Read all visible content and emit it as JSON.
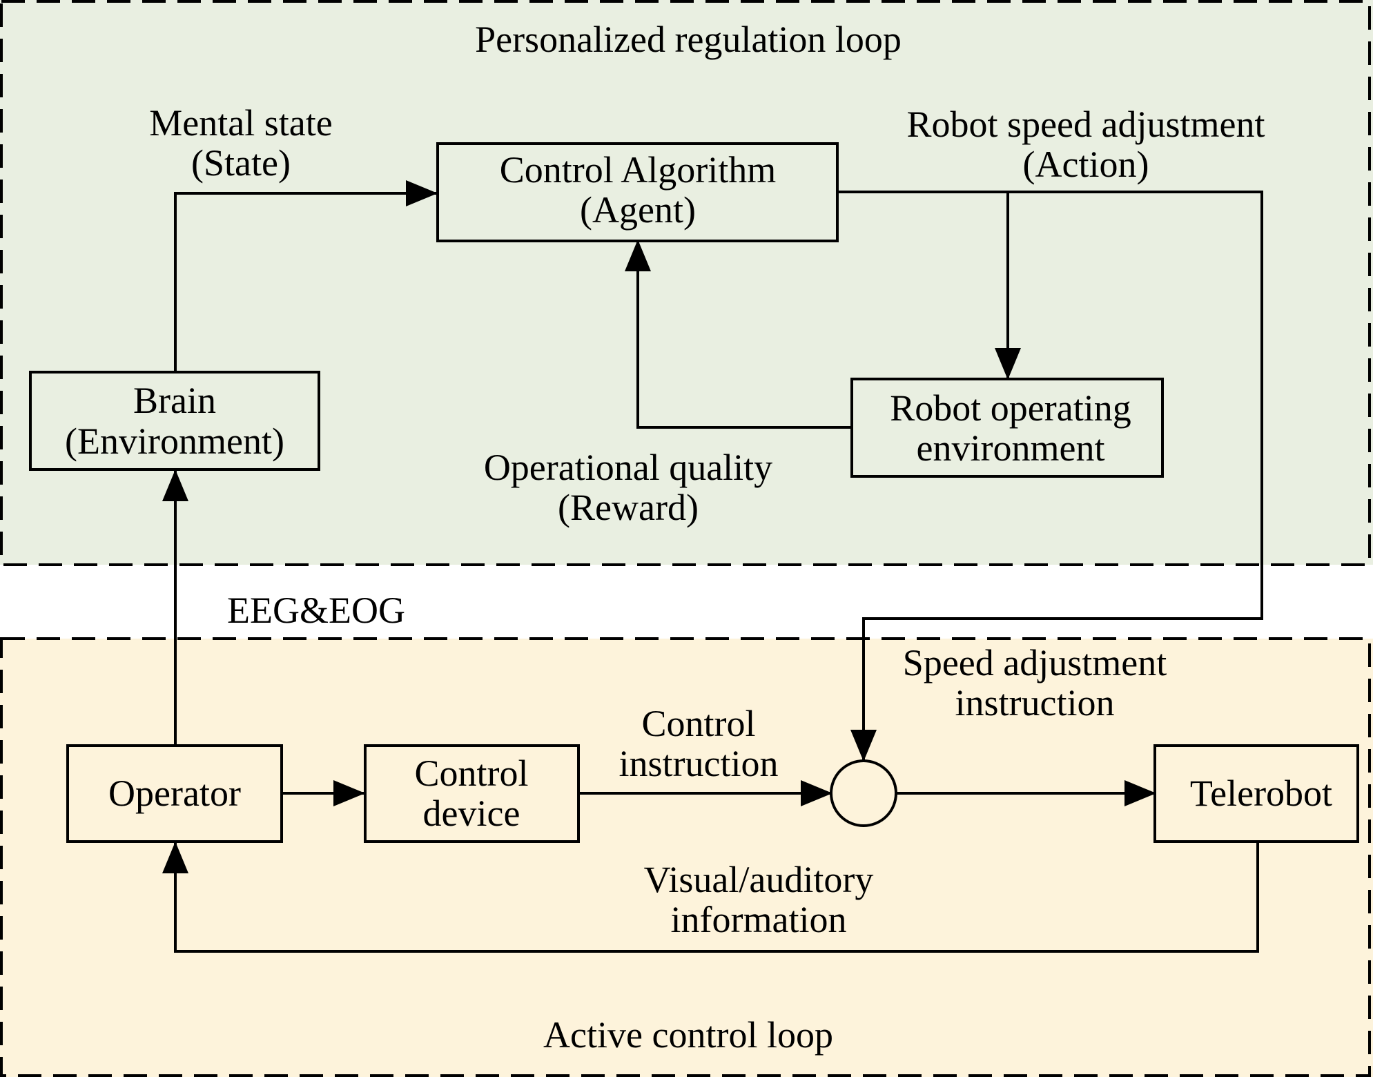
{
  "colors": {
    "top_region": "#e9efe1",
    "bottom_region": "#fdf3db",
    "line": "#000000"
  },
  "regions": {
    "top_title": "Personalized regulation loop",
    "bottom_title": "Active control loop"
  },
  "blocks": {
    "control_algorithm": [
      "Control Algorithm",
      "(Agent)"
    ],
    "brain": [
      "Brain",
      "(Environment)"
    ],
    "robot_env": [
      "Robot operating",
      "environment"
    ],
    "operator": [
      "Operator"
    ],
    "control_device": [
      "Control",
      "device"
    ],
    "telerobot": [
      "Telerobot"
    ]
  },
  "labels": {
    "mental_state": [
      "Mental state",
      "(State)"
    ],
    "robot_speed": [
      "Robot speed adjustment",
      "(Action)"
    ],
    "operational_quality": [
      "Operational quality",
      "(Reward)"
    ],
    "eeg_eog": [
      "EEG&EOG"
    ],
    "speed_instruction": [
      "Speed adjustment",
      "instruction"
    ],
    "control_instruction": [
      "Control",
      "instruction"
    ],
    "visual_auditory": [
      "Visual/auditory",
      "information"
    ]
  }
}
